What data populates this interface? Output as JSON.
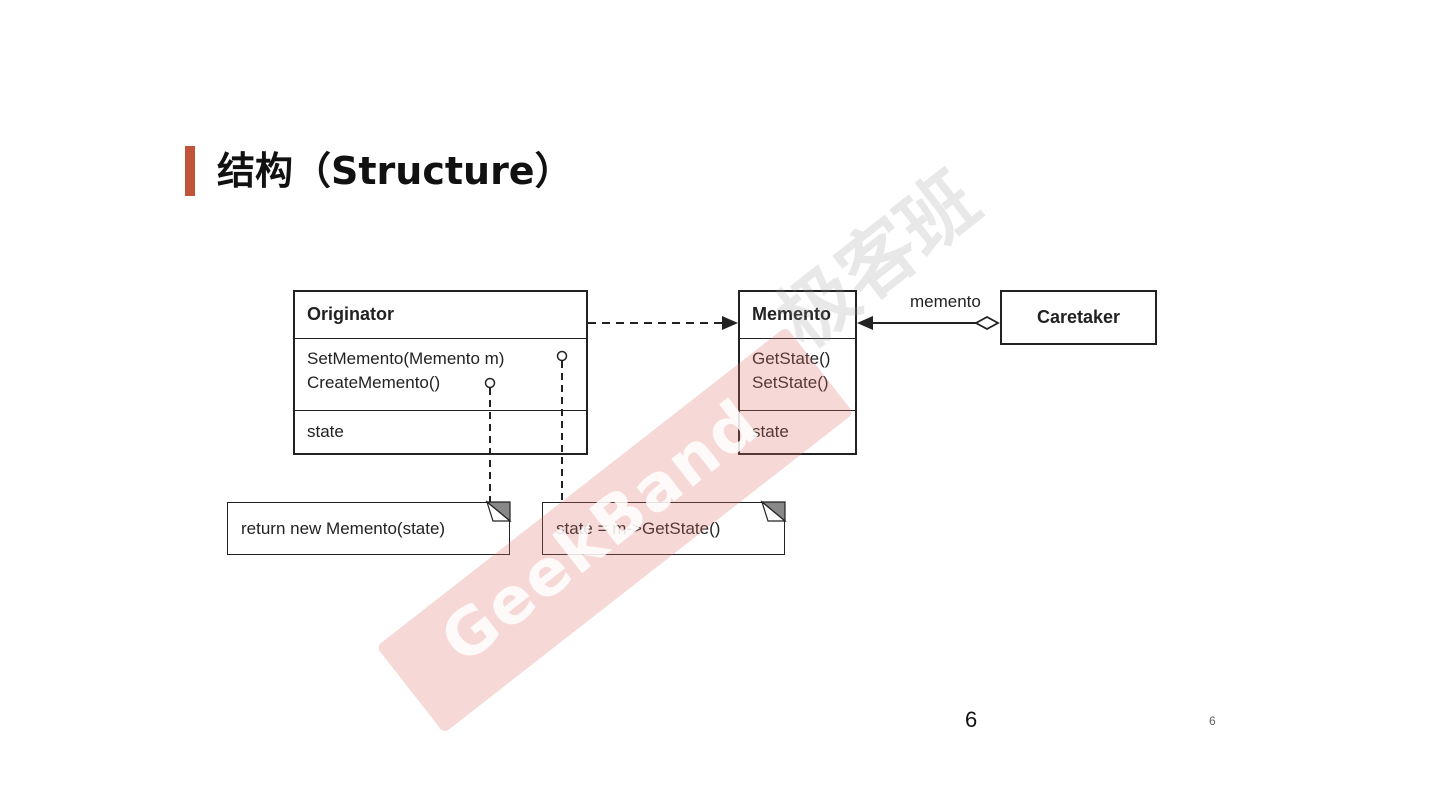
{
  "title": "结构（Structure）",
  "originator": {
    "name": "Originator",
    "operations": [
      "SetMemento(Memento m)",
      "CreateMemento()"
    ],
    "attribute": "state"
  },
  "memento": {
    "name": "Memento",
    "operations": [
      "GetState()",
      "SetState()"
    ],
    "attribute": "state"
  },
  "caretaker": {
    "name": "Caretaker"
  },
  "association_label": "memento",
  "notes": {
    "create_memento": "return new Memento(state)",
    "set_memento": "state = m->GetState()"
  },
  "watermark": {
    "brand": "GeekBand",
    "brand_cn": "极客班"
  },
  "page": {
    "number_large": "6",
    "number_small": "6"
  },
  "colors": {
    "accent": "#c0533a",
    "line": "#222222",
    "watermark_band": "#de786e"
  }
}
